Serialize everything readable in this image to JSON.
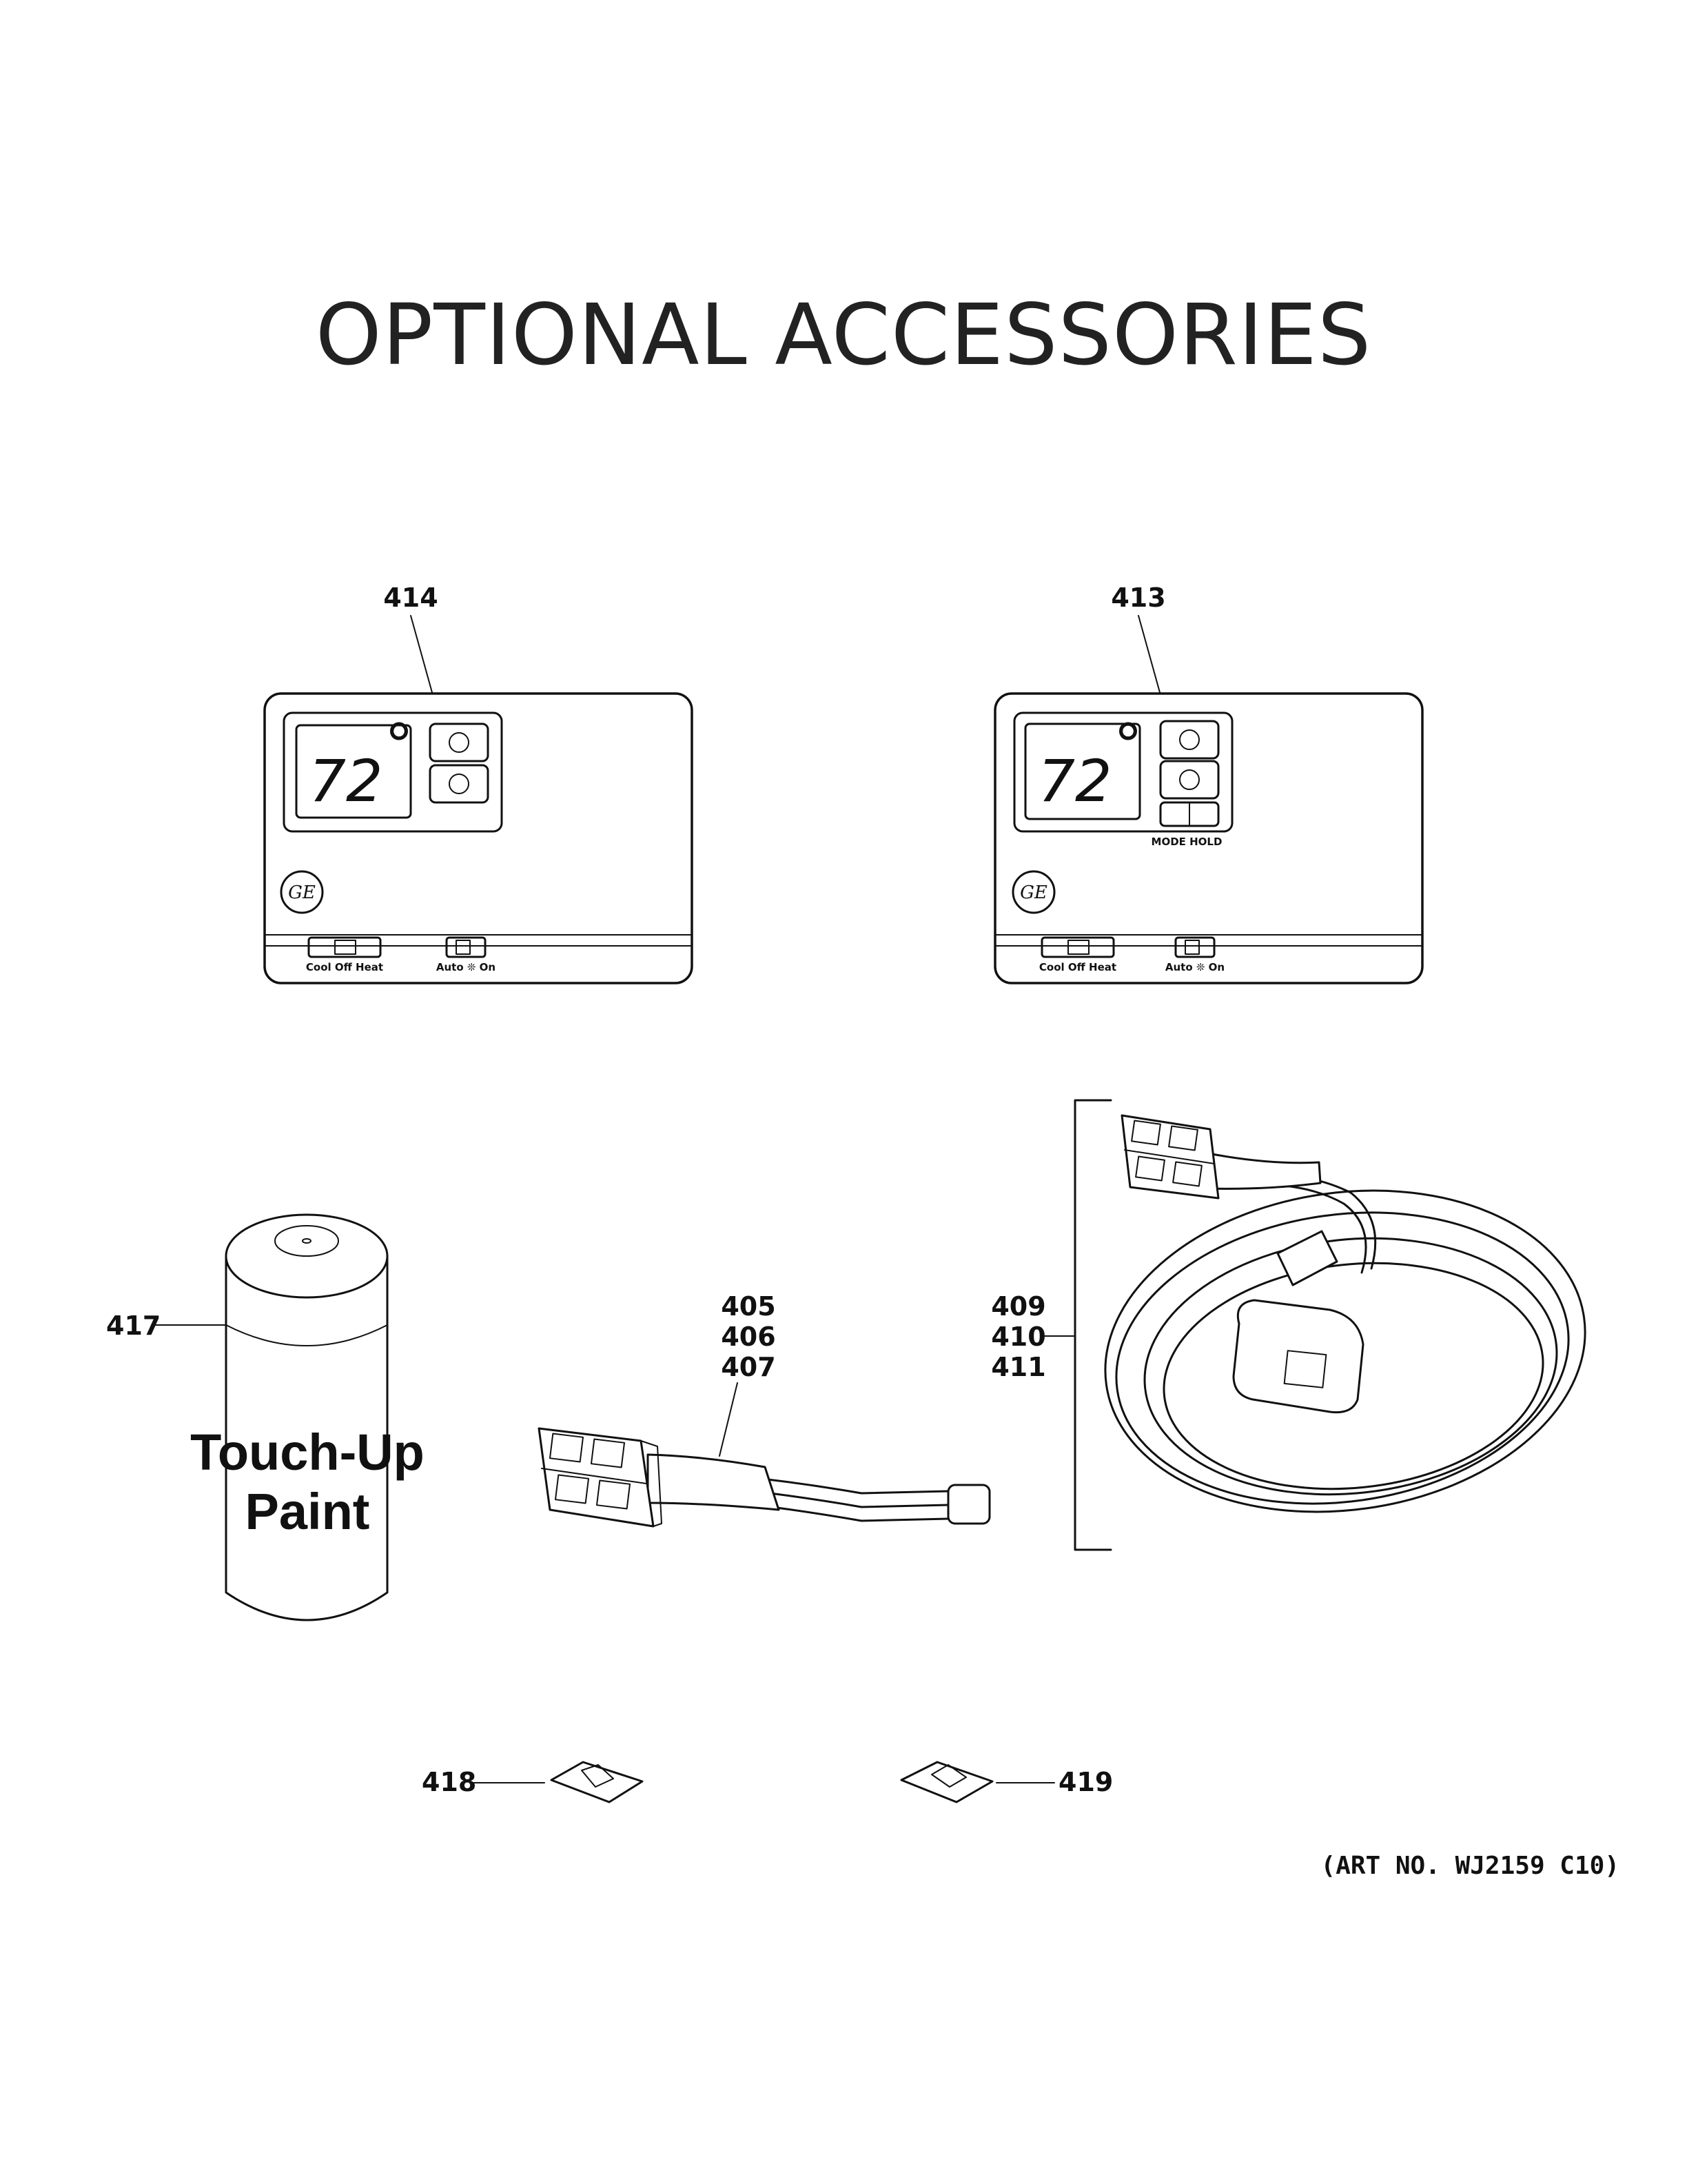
{
  "title": "OPTIONAL ACCESSORIES",
  "art_number": "(ART NO. WJ2159 C10)",
  "parts": {
    "p414": {
      "number": "414"
    },
    "p413": {
      "number": "413"
    },
    "p417": {
      "number": "417"
    },
    "p405_407": {
      "numbers": [
        "405",
        "406",
        "407"
      ]
    },
    "p409_411": {
      "numbers": [
        "409",
        "410",
        "411"
      ]
    },
    "p418": {
      "number": "418"
    },
    "p419": {
      "number": "419"
    }
  },
  "thermostat": {
    "display_value": "72",
    "degree_symbol": "°",
    "logo": "GE",
    "mode_switch_label": "Cool  Off  Heat",
    "fan_switch_label": "Auto ❊ On",
    "mode_hold_label": "MODE HOLD"
  },
  "paint_can": {
    "line1": "Touch-Up",
    "line2": "Paint"
  }
}
